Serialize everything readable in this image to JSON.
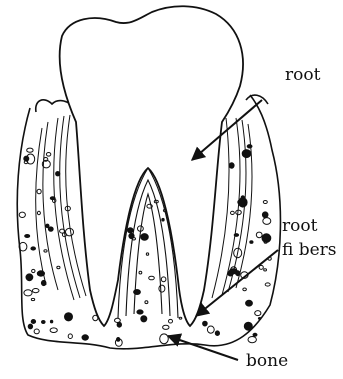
{
  "labels": {
    "root": "root",
    "root_fibers": [
      "root",
      "fi bers"
    ],
    "bone": "bone"
  },
  "colors": {
    "ink": "#111111",
    "background": "#ffffff"
  }
}
